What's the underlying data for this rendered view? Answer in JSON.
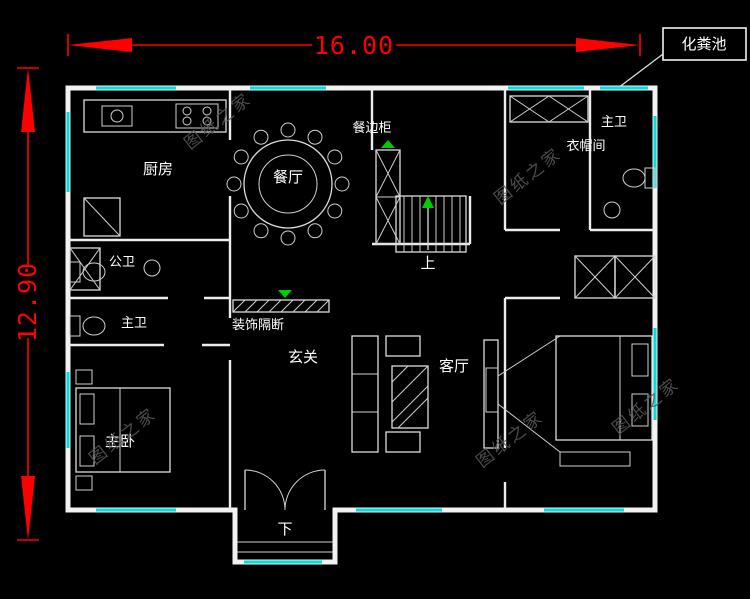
{
  "meta": {
    "type": "cad-floor-plan",
    "style": "black-background-cad-drawing"
  },
  "colors": {
    "background": "#000000",
    "walls": "#f2f2f2",
    "dimension": "#ff0000",
    "window": "#00e0e0",
    "annotation_green": "#00cc00",
    "watermark": "#5a5a5a"
  },
  "dimensions": {
    "width": "16.00",
    "height": "12.90"
  },
  "septic_tank": {
    "label": "化粪池"
  },
  "watermark": {
    "text": "图纸之家"
  },
  "rooms": {
    "kitchen": "厨房",
    "dining": "餐厅",
    "sideboard": "餐边柜",
    "cloakroom": "衣帽间",
    "master_bath_right": "主卫",
    "public_bath": "公卫",
    "master_bath_left": "主卫",
    "partition": "装饰隔断",
    "foyer": "玄关",
    "living": "客厅",
    "master_bedroom": "主卧",
    "stairs_up": "上",
    "stairs_down": "下"
  }
}
